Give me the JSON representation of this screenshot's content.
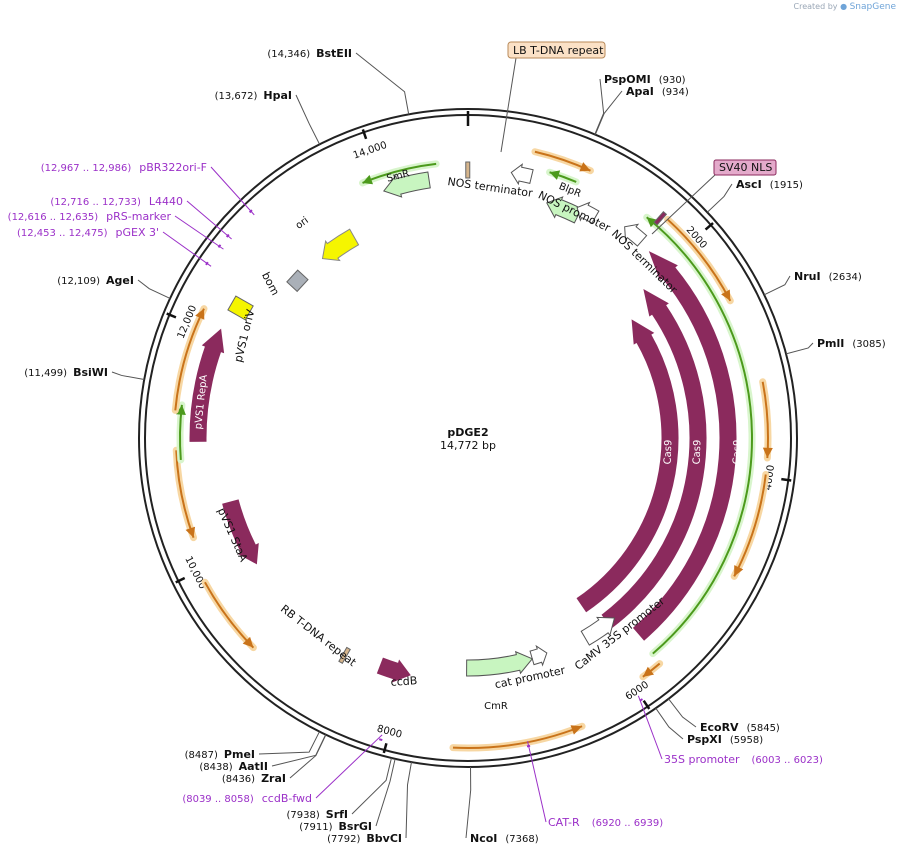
{
  "credit": {
    "prefix": "Created by",
    "brand": "SnapGene"
  },
  "plasmid": {
    "name": "pDGE2",
    "length_label": "14,772 bp",
    "length": 14772
  },
  "ticks": [
    {
      "label": "2000",
      "bp": 2000
    },
    {
      "label": "4000",
      "bp": 4000
    },
    {
      "label": "6000",
      "bp": 6000
    },
    {
      "label": "8000",
      "bp": 8000
    },
    {
      "label": "10,000",
      "bp": 10000
    },
    {
      "label": "12,000",
      "bp": 12000
    },
    {
      "label": "14,000",
      "bp": 14000
    }
  ],
  "sites": [
    {
      "name": "BstEII",
      "pos": "(14,346)",
      "bp": 14346,
      "side": "left"
    },
    {
      "name": "HpaI",
      "pos": "(13,672)",
      "bp": 13672,
      "side": "left"
    },
    {
      "name": "PspOMI",
      "pos": "(930)",
      "bp": 930,
      "side": "right"
    },
    {
      "name": "ApaI",
      "pos": "(934)",
      "bp": 934,
      "side": "right"
    },
    {
      "name": "AscI",
      "pos": "(1915)",
      "bp": 1915,
      "side": "right"
    },
    {
      "name": "NruI",
      "pos": "(2634)",
      "bp": 2634,
      "side": "right"
    },
    {
      "name": "PmlI",
      "pos": "(3085)",
      "bp": 3085,
      "side": "right"
    },
    {
      "name": "AgeI",
      "pos": "(12,109)",
      "bp": 12109,
      "side": "left"
    },
    {
      "name": "BsiWI",
      "pos": "(11,499)",
      "bp": 11499,
      "side": "left"
    },
    {
      "name": "EcoRV",
      "pos": "(5845)",
      "bp": 5845,
      "side": "right"
    },
    {
      "name": "PspXI",
      "pos": "(5958)",
      "bp": 5958,
      "side": "right"
    },
    {
      "name": "PmeI",
      "pos": "(8487)",
      "bp": 8487,
      "side": "left"
    },
    {
      "name": "AatII",
      "pos": "(8438)",
      "bp": 8438,
      "side": "left"
    },
    {
      "name": "ZraI",
      "pos": "(8436)",
      "bp": 8436,
      "side": "left"
    },
    {
      "name": "SrfI",
      "pos": "(7938)",
      "bp": 7938,
      "side": "left"
    },
    {
      "name": "BsrGI",
      "pos": "(7911)",
      "bp": 7911,
      "side": "left"
    },
    {
      "name": "BbvCI",
      "pos": "(7792)",
      "bp": 7792,
      "side": "left"
    },
    {
      "name": "NcoI",
      "pos": "(7368)",
      "bp": 7368,
      "side": "right"
    }
  ],
  "primers": [
    {
      "name": "pBR322ori-F",
      "pos": "(12,967 .. 12,986)",
      "bp": 12976
    },
    {
      "name": "L4440",
      "pos": "(12,716 .. 12,733)",
      "bp": 12724
    },
    {
      "name": "pRS-marker",
      "pos": "(12,616 .. 12,635)",
      "bp": 12625
    },
    {
      "name": "pGEX 3'",
      "pos": "(12,453 .. 12,475)",
      "bp": 12464
    },
    {
      "name": "35S promoter",
      "pos": "(6003 .. 6023)",
      "bp": 6013
    },
    {
      "name": "CAT-R",
      "pos": "(6920 .. 6939)",
      "bp": 6930
    },
    {
      "name": "ccdB-fwd",
      "pos": "(8039 .. 8058)",
      "bp": 8048
    }
  ],
  "boxed_labels": {
    "lb": "LB T-DNA repeat",
    "sv40": "SV40 NLS"
  },
  "features": {
    "smr": "SmR",
    "ori": "ori",
    "bom": "bom",
    "pvs1_oriv": "pVS1 oriV",
    "pvs1_repa": "pVS1 RepA",
    "pvs1_staa": "pVS1 StaA",
    "rb": "RB T-DNA repeat",
    "ccdb": "ccdB",
    "cmr": "CmR",
    "cat_promoter": "cat promoter",
    "camv": "CaMV 35S promoter",
    "cas9": "Cas9",
    "nos_term_top": "NOS terminator",
    "bipr": "BlpR",
    "nos_promoter": "NOS promoter",
    "nos_term_2": "NOS terminator"
  },
  "colors": {
    "backbone": "#222222",
    "cas9": "#8b2a5d",
    "marker": "#c8f5c0",
    "ori": "#f5f500",
    "orf_orange": "#c9731a",
    "orf_glow": "#f7d7a3",
    "orf_green": "#4c9a1c",
    "primer": "#9b30c8",
    "lb_box": "#fbe1c6",
    "sv40_box": "#e4aacb"
  }
}
